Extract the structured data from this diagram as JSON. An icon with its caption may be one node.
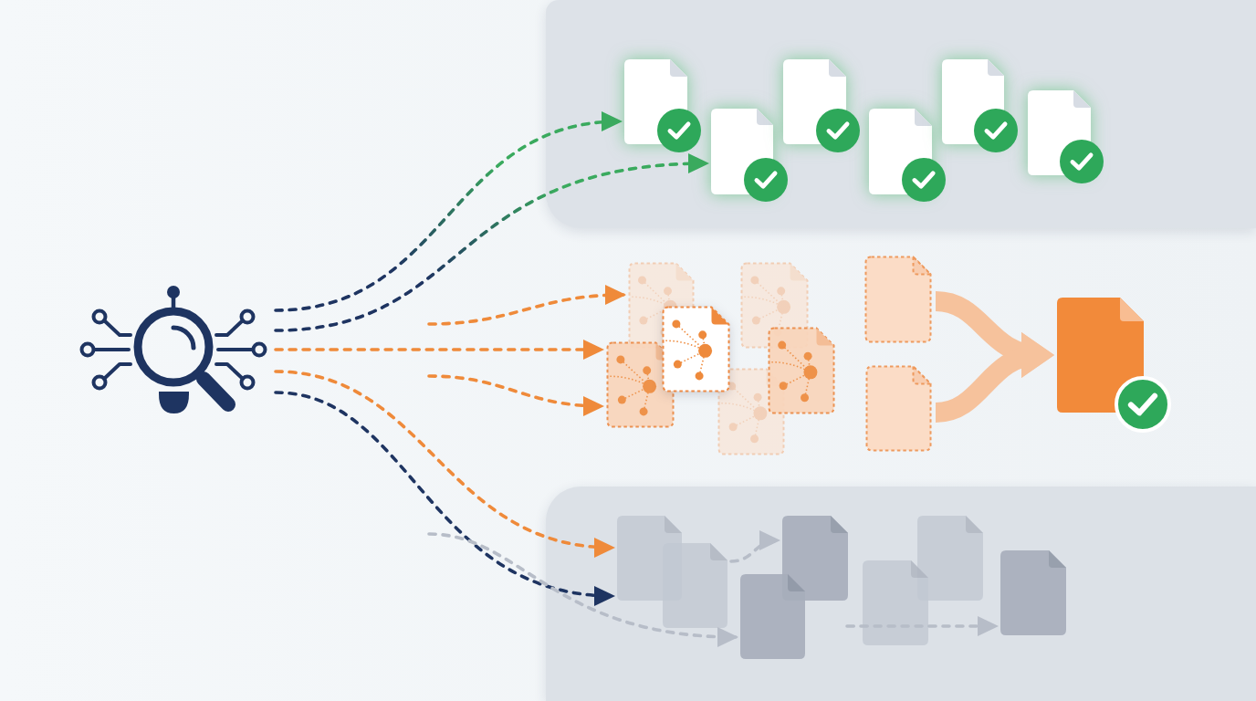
{
  "diagram": {
    "nodes": [
      {
        "text": [],
        "shape": "picture"
      },
      {
        "text": [],
        "shape": "box"
      },
      {
        "text": [],
        "shape": "document",
        "in": 1
      },
      {
        "text": [],
        "shape": "document",
        "in": 1
      },
      {
        "text": [],
        "shape": "document",
        "in": 1
      },
      {
        "text": [],
        "shape": "document",
        "in": 1
      },
      {
        "text": [],
        "shape": "document",
        "in": 1
      },
      {
        "text": [],
        "shape": "document",
        "in": 1
      },
      {
        "text": [],
        "shape": "document"
      },
      {
        "text": [],
        "shape": "document"
      },
      {
        "text": [],
        "shape": "document"
      },
      {
        "text": [],
        "shape": "document"
      },
      {
        "text": [],
        "shape": "document"
      },
      {
        "text": [],
        "shape": "document"
      },
      {
        "text": [],
        "shape": "document"
      },
      {
        "text": [],
        "shape": "document"
      },
      {
        "text": [],
        "shape": "document"
      },
      {
        "text": [],
        "shape": "box"
      },
      {
        "text": [],
        "shape": "document",
        "in": 17
      },
      {
        "text": [],
        "shape": "document",
        "in": 17
      },
      {
        "text": [],
        "shape": "document",
        "in": 17
      },
      {
        "text": [],
        "shape": "document",
        "in": 17
      },
      {
        "text": [],
        "shape": "document",
        "in": 17
      },
      {
        "text": [],
        "shape": "document",
        "in": 17
      },
      {
        "text": [],
        "shape": "document",
        "in": 17
      }
    ],
    "edges": [
      {
        "from": 0,
        "to": 2,
        "arrow": "to",
        "style": "dashed",
        "color": "#3aaa5e"
      },
      {
        "from": 0,
        "to": 3,
        "arrow": "to",
        "style": "dashed",
        "color": "#3aaa5e"
      },
      {
        "from": null,
        "to": 8,
        "arrow": "to",
        "style": "dashed"
      },
      {
        "from": 0,
        "to": 10,
        "arrow": "to",
        "style": "dashed"
      },
      {
        "from": null,
        "to": 10,
        "arrow": "to",
        "style": "dashed"
      },
      {
        "from": 0,
        "to": 18,
        "arrow": "to",
        "style": "dashed"
      },
      {
        "from": 0,
        "to": 18,
        "arrow": "to",
        "style": "dashed",
        "color": "#1e3461"
      },
      {
        "from": null,
        "to": 21,
        "arrow": "to",
        "style": "dashed",
        "color": "#b7bdc8"
      },
      {
        "from": 14,
        "to": 16,
        "arrow": "to",
        "style": "thick",
        "color": "#f6c29c"
      },
      {
        "from": 15,
        "to": 16,
        "arrow": "to",
        "style": "thick",
        "color": "#f6c29c"
      },
      {
        "from": 19,
        "to": 20,
        "arrow": "to",
        "style": "dashed",
        "color": "#b7bdc8"
      },
      {
        "from": null,
        "to": 24,
        "arrow": "to",
        "style": "dashed",
        "color": "#b7bdc8"
      }
    ]
  }
}
